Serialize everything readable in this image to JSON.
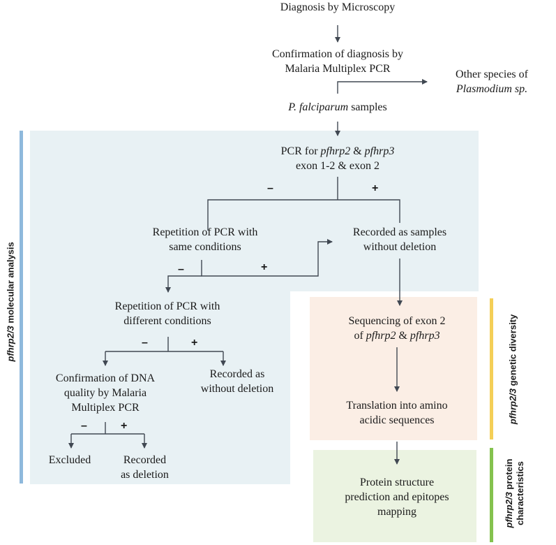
{
  "colors": {
    "molecular_panel": "#e8f1f4",
    "genetic_panel": "#fbeee5",
    "protein_panel": "#ebf3e1",
    "molecular_bar": "#8fb9dc",
    "genetic_bar": "#f4cf57",
    "protein_bar": "#84c24e",
    "line": "#404852"
  },
  "nodes": {
    "microscopy": "Diagnosis by Microscopy",
    "confirmation_l1": "Confirmation of diagnosis by",
    "confirmation_l2": "Malaria  Multiplex  PCR",
    "other_species_l1": "Other species of",
    "other_species_l2": "Plasmodium sp.",
    "pf_samples_italic": "P. falciparum",
    "pf_samples_rest": " samples",
    "pcr_l1_a": "PCR for ",
    "pcr_l1_b": "pfhrp2",
    "pcr_l1_c": " & ",
    "pcr_l1_d": "pfhrp3",
    "pcr_l2": "exon 1-2 & exon 2",
    "repetition_same_l1": "Repetition of PCR with",
    "repetition_same_l2": "same conditions",
    "recorded_no_del_l1": "Recorded as samples",
    "recorded_no_del_l2": "without deletion",
    "repetition_diff_l1": "Repetition of PCR with",
    "repetition_diff_l2": "different conditions",
    "confirm_dna_l1": "Confirmation of DNA",
    "confirm_dna_l2": "quality by Malaria",
    "confirm_dna_l3": "Multiplex  PCR",
    "recorded_as_l1": "Recorded as",
    "recorded_as_l2": "without deletion",
    "excluded": "Excluded",
    "recorded_deletion_l1": "Recorded",
    "recorded_deletion_l2": "as deletion",
    "sequencing_l1": "Sequencing of exon 2",
    "sequencing_l2_a": "of ",
    "sequencing_l2_b": "pfhrp2",
    "sequencing_l2_c": " & ",
    "sequencing_l2_d": "pfhrp3",
    "translation_l1": "Translation into amino",
    "translation_l2": "acidic sequences",
    "protein_l1": "Protein structure",
    "protein_l2": "prediction and epitopes",
    "protein_l3": "mapping"
  },
  "signs": {
    "minus": "–",
    "plus": "+"
  },
  "side_labels": {
    "molecular_italic": "pfhrp2/3",
    "molecular_rest": " molecular analysis",
    "genetic_italic": "pfhrp2/3",
    "genetic_rest": " genetic diversity",
    "protein_l1_italic": "pfhrp2/3",
    "protein_l1_rest": " protein",
    "protein_l2": "characteristics"
  }
}
